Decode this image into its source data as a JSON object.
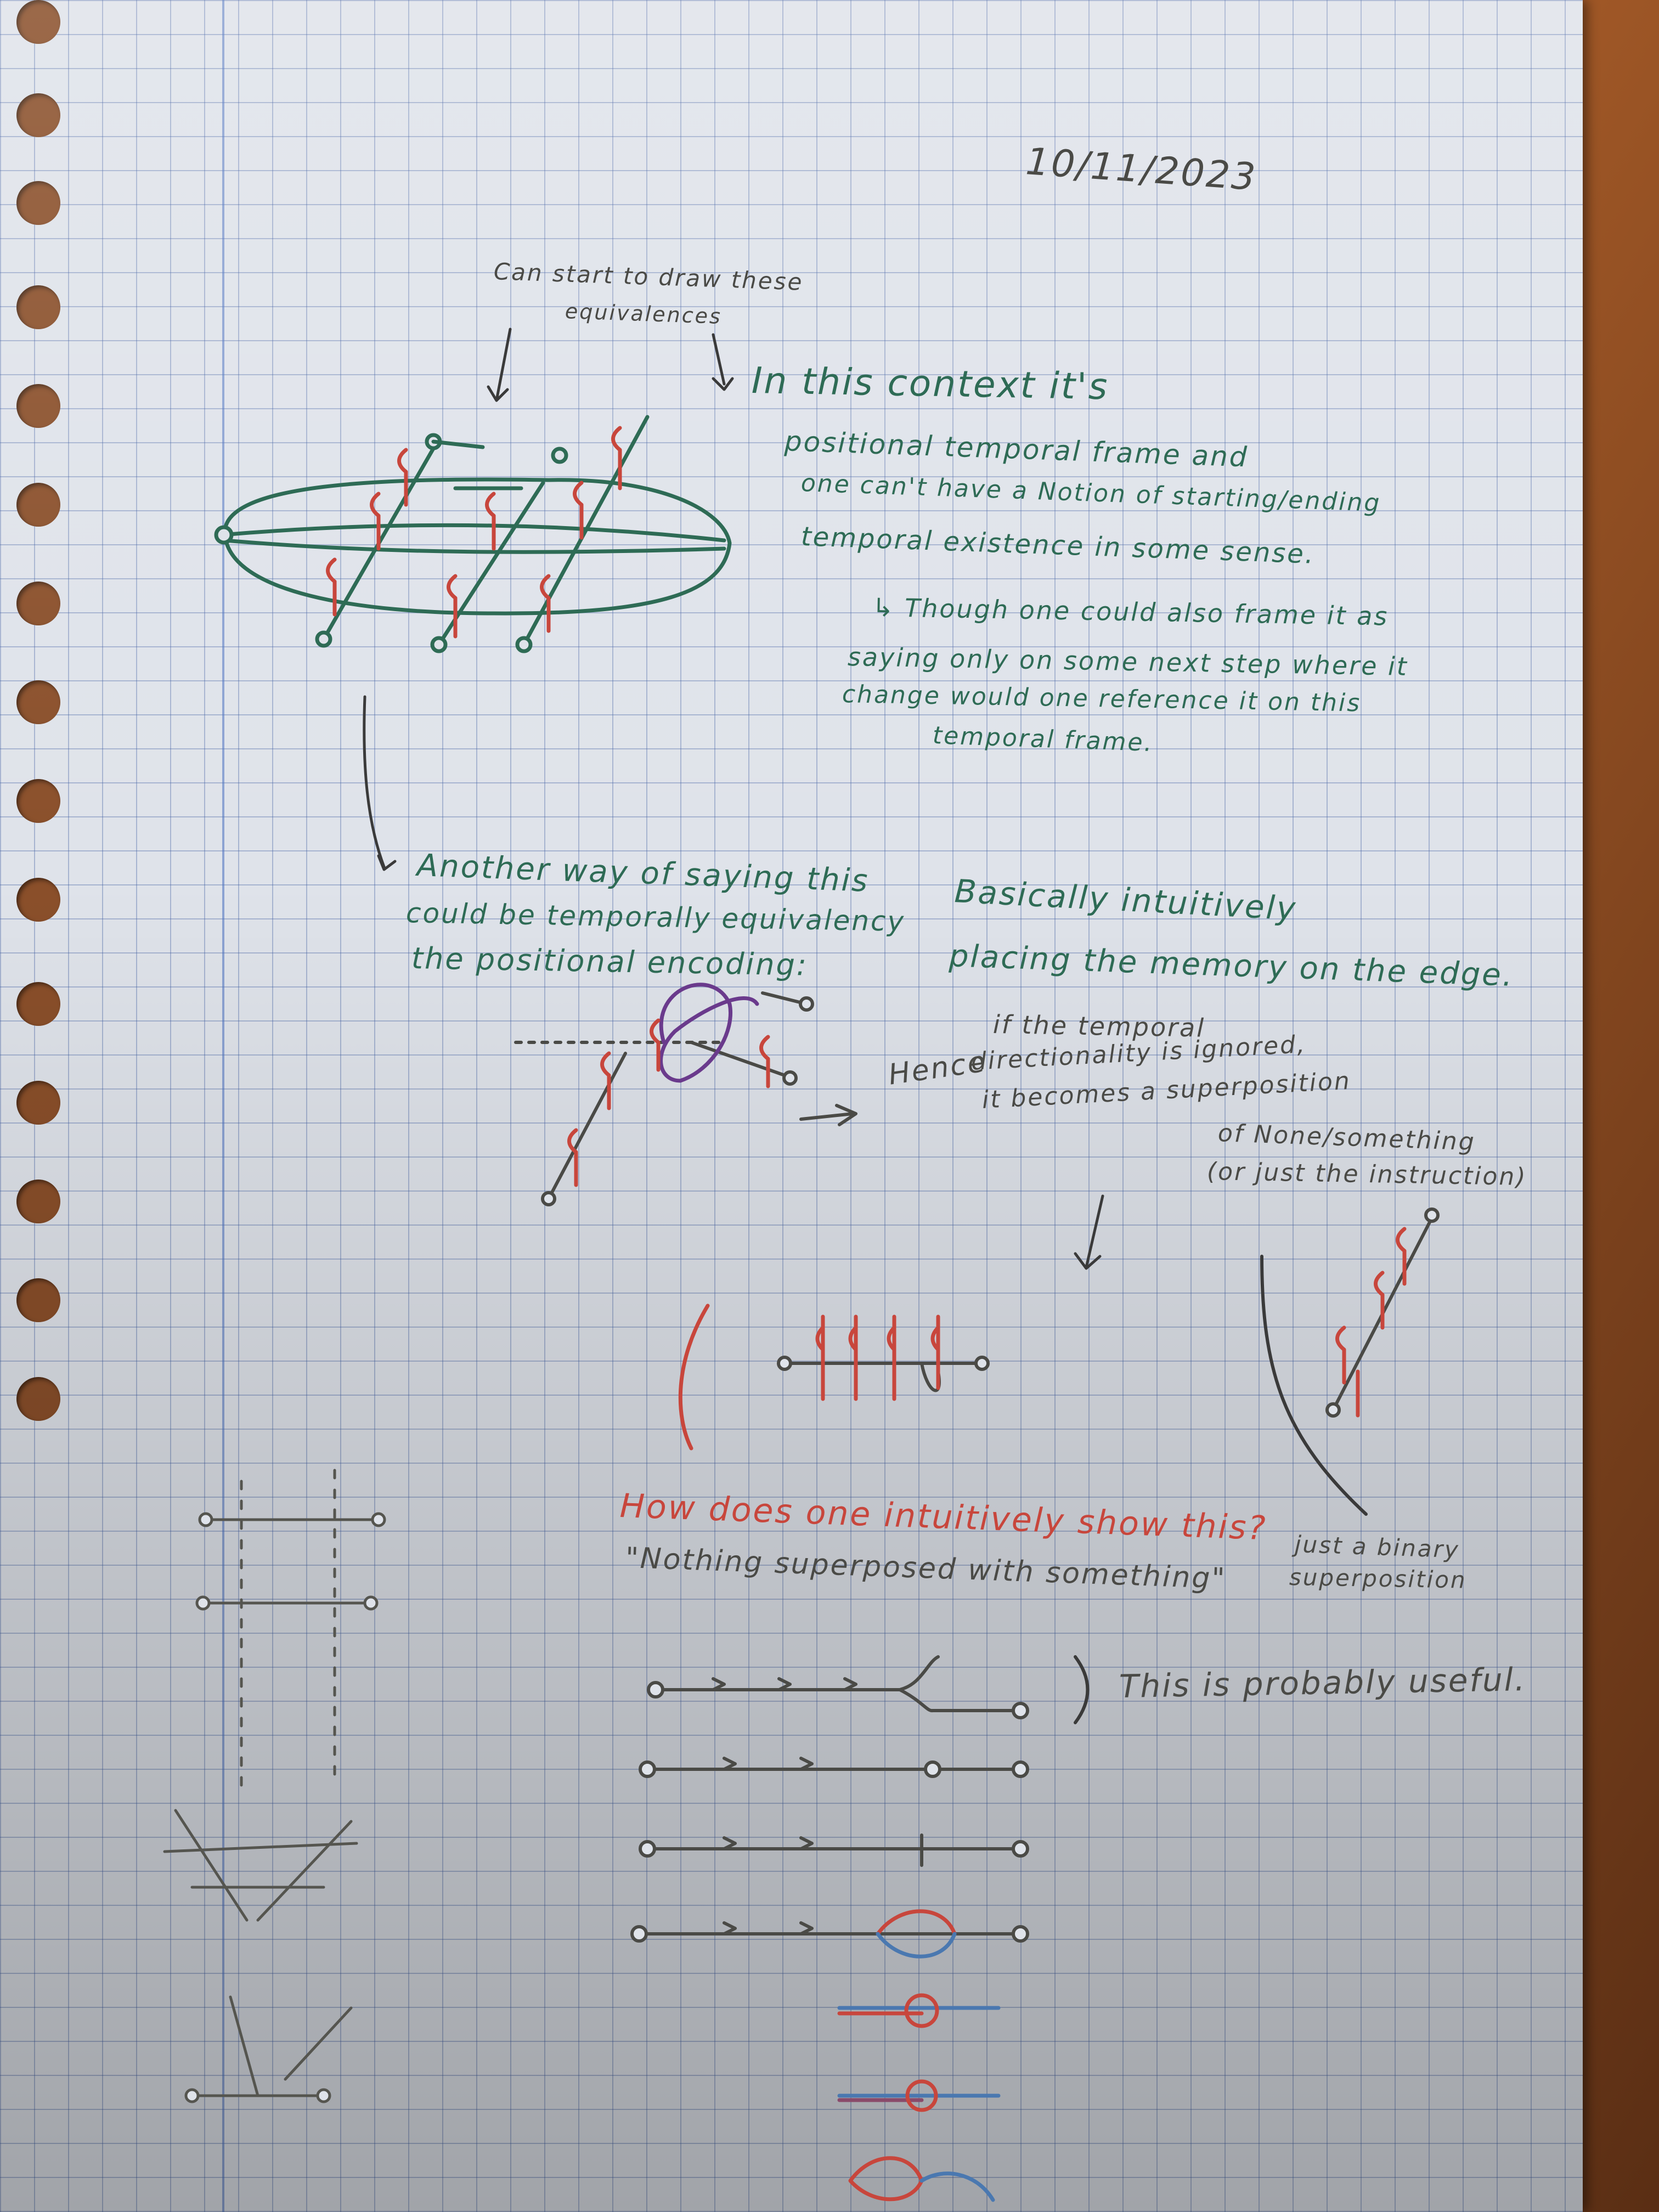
{
  "date": "10/11/2023",
  "notes": {
    "can_start": "Can start to draw these",
    "equivalences": "equivalences",
    "context_1": "In this context it's",
    "context_2": "positional temporal frame and",
    "context_3": "one can't have a Notion of starting/ending",
    "context_4": "temporal existence in some sense.",
    "though_1": "↳ Though one could also frame it as",
    "though_2": "saying only on some next step where it",
    "though_3": "change would one reference it on this",
    "though_4": "temporal frame.",
    "another_1": "Another way of saying this",
    "another_2": "could be temporally equivalency",
    "another_3": "the positional encoding:",
    "basically_1": "Basically intuitively",
    "basically_2": "placing the memory on the edge.",
    "hence_word": "Hence",
    "hence_1": "if the temporal",
    "hence_2": "directionality is ignored,",
    "hence_3": "it becomes a superposition",
    "hence_4": "of None/something",
    "hence_5": "(or just the instruction)",
    "question": "How does one intuitively show this?",
    "nothing_sup": "\"Nothing superposed with something\"",
    "binary_1": "just a binary",
    "binary_2": "superposition",
    "probably": "This is probably useful."
  },
  "colors": {
    "paper": "#dfe3ea",
    "grid": "#5a78b4",
    "green_ink": "#2e6b55",
    "red_ink": "#c8463c",
    "pencil": "#4a4a46",
    "purple_ink": "#6a3a8c",
    "blue_ink": "#4a78b0"
  }
}
